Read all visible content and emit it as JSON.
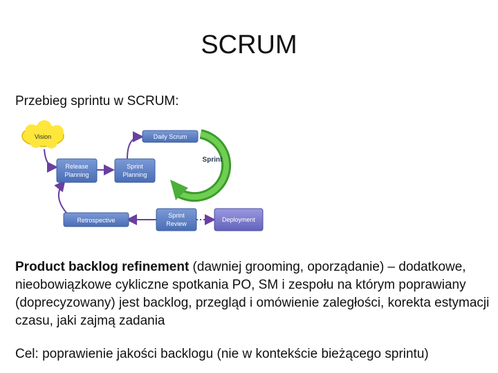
{
  "slide": {
    "title": "SCRUM",
    "intro": "Przebieg sprintu w SCRUM:",
    "refinement_bold": "Product backlog refinement",
    "refinement_text": " (dawniej grooming, oporządanie) – dodatkowe, nieobowiązkowe cykliczne spotkania PO, SM i zespołu na którym poprawiany (doprecyzowany) jest backlog, przegląd i omówienie zaległości, korekta estymacji czasu, jaki zajmą zadania",
    "goal": "Cel: poprawienie jakości backlogu (nie w kontekście bieżącego sprintu)"
  },
  "diagram": {
    "vision": "Vision",
    "daily_scrum": "Daily Scrum",
    "sprint": "Sprint",
    "release_planning_1": "Release",
    "release_planning_2": "Planning",
    "sprint_planning_1": "Sprint",
    "sprint_planning_2": "Planning",
    "retrospective": "Retrospective",
    "sprint_review_1": "Sprint",
    "sprint_review_2": "Review",
    "deployment": "Deployment"
  },
  "colors": {
    "box_blue": "#5a7fc4",
    "cloud_yellow": "#ffe63b",
    "sprint_green": "#4caf3a",
    "arrow_purple": "#6a3fa0",
    "deployment_purple": "#7070c8"
  }
}
